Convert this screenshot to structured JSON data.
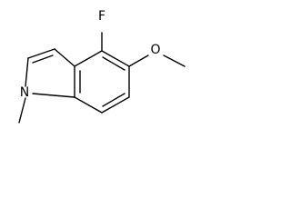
{
  "molecule": {
    "atoms": {
      "fluorine": "F",
      "oxygen": "O",
      "nitrogen": "N"
    }
  }
}
